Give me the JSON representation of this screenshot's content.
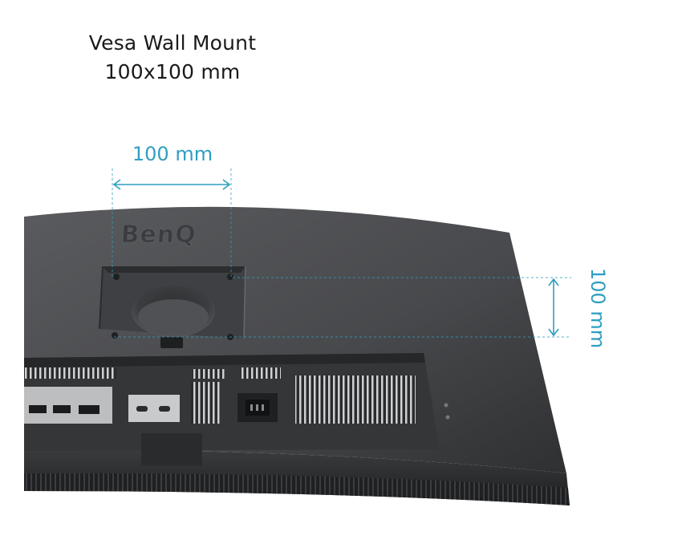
{
  "headline": {
    "line1": "Vesa Wall Mount",
    "line2": "100x100 mm"
  },
  "dimensions": {
    "horizontal": "100 mm",
    "vertical": "100 mm"
  },
  "brand": {
    "logo_text": "BenQ"
  },
  "colors": {
    "accent": "#2e9fc1",
    "monitor_body": "#4a4b4d",
    "monitor_dark": "#2b2c2e",
    "text": "#1a1a1a"
  }
}
